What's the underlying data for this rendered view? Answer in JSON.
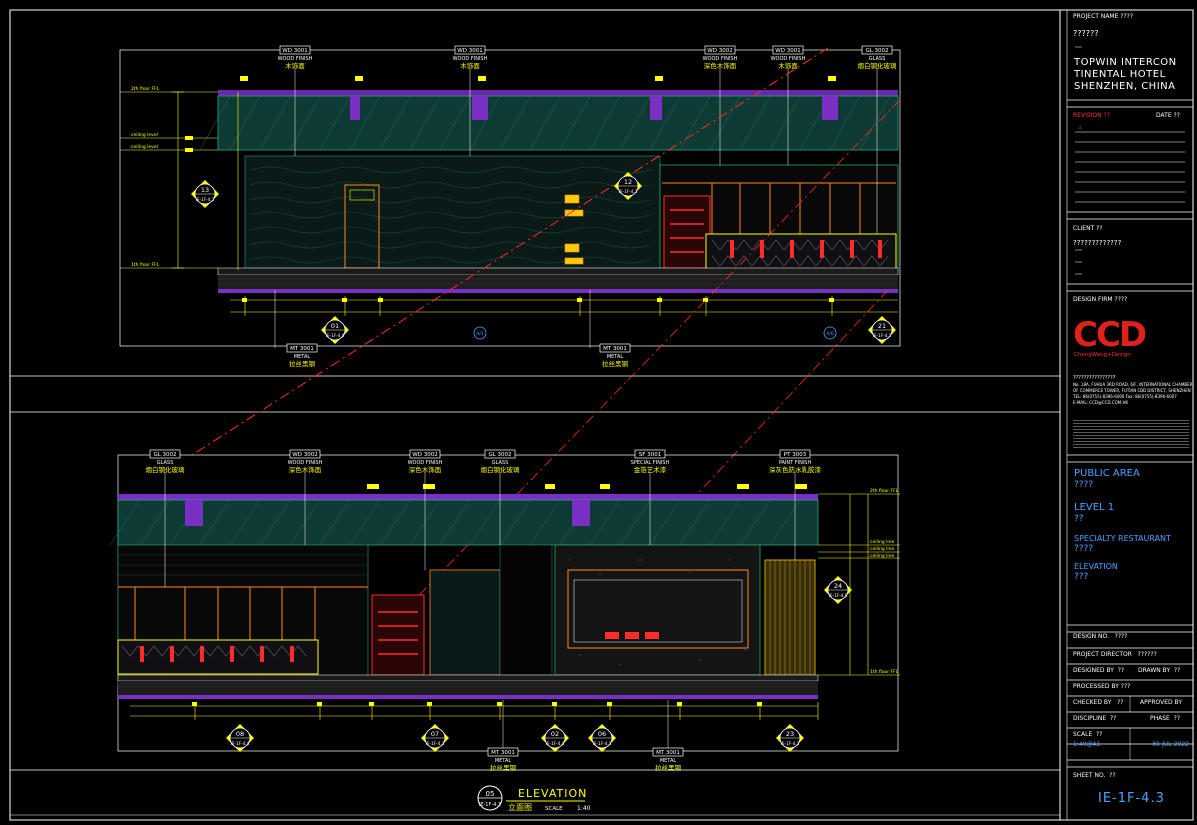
{
  "title_block": {
    "project_label": "PROJECT NAME ????",
    "project_cn": "??????",
    "project_name_lines": [
      "TOPWIN INTERCON",
      "TINENTAL HOTEL",
      "SHENZHEN, CHINA"
    ],
    "revision_label": "REVISION ??",
    "date_label": "DATE ??",
    "client_label": "CLIENT ??",
    "client_value": "?????????????",
    "design_firm_label": "DESIGN FIRM ????",
    "firm_logo": "CCD",
    "firm_logo_sub": "ChengWang+Design",
    "firm_address": [
      "????????????????",
      "No. 18A, FUHUA 3RD ROAD, 6/F, INTERNATIONAL CHAMBER",
      "OF COMMERCE TOWER, FUTIAN CBD DISTRICT, SHENZHEN",
      "TEL: 86(0755)-8396-6000 Fax: 86(0755)-8396-6007",
      "E-MAIL: CCD@CCD.COM.HK"
    ],
    "area": "PUBLIC AREA",
    "area_cn": "????",
    "level": "LEVEL 1",
    "level_cn": "??",
    "room": "SPECIALTY RESTAURANT",
    "room_cn": "????",
    "view": "ELEVATION",
    "view_cn": "???",
    "design_no_label": "DESIGN NO.   ????",
    "project_director_label": "PROJECT DIRECTOR   ??????",
    "designed_by_label": "DESIGNED BY  ??",
    "drawn_by_label": "DRAWN BY  ??",
    "processed_by_label": "PROCESSED BY ???",
    "checked_by_label": "CHECKED BY   ??",
    "approved_by_label": "APPROVED BY",
    "discipline_label": "DISCIPLINE  ??",
    "phase_label": "PHASE  ??",
    "scale_label": "SCALE  ??",
    "scale_value": "1:40@A1",
    "date_value": "30-JUL-2022",
    "sheet_no_label": "SHEET NO.  ??",
    "sheet_no": "IE-1F-4.3"
  },
  "drawing_title": {
    "bubble_number": "05",
    "bubble_ref": "IE-1F-4.3",
    "title": "ELEVATION",
    "title_cn": "立面图",
    "scale_word": "SCALE",
    "scale": "1:40"
  },
  "upper_elevation": {
    "top_tags": [
      {
        "code": "WD 3001",
        "desc": "WOOD FINISH",
        "cn": "木饰面"
      },
      {
        "code": "WD 3001",
        "desc": "WOOD FINISH",
        "cn": "木饰面"
      },
      {
        "code": "WD 3002",
        "desc": "WOOD FINISH",
        "cn": "深色木饰面"
      },
      {
        "code": "WD 3001",
        "desc": "WOOD FINISH",
        "cn": "木饰面"
      },
      {
        "code": "GL 3002",
        "desc": "GLASS",
        "cn": "烟白钢化玻璃"
      }
    ],
    "bottom_tags": [
      {
        "code": "MT 3001",
        "desc": "METAL",
        "cn": "拉丝黑钢"
      },
      {
        "code": "MT 3001",
        "desc": "METAL",
        "cn": "拉丝黑钢"
      }
    ],
    "section_bubbles": [
      {
        "num": "13",
        "ref": "IE-1F-4.2"
      },
      {
        "num": "12",
        "ref": "IE-1F-4.2"
      },
      {
        "num": "01",
        "ref": "IE-1F-4.4"
      },
      {
        "num": "21",
        "ref": "IE-1F-4.2"
      }
    ],
    "grid_bubbles": [
      "A/1",
      "A/6"
    ],
    "level_labels": [
      "2th floor FFL",
      "ceiling level",
      "ceiling level",
      "1th floor FFL"
    ]
  },
  "lower_elevation": {
    "top_tags": [
      {
        "code": "GL 3002",
        "desc": "GLASS",
        "cn": "烟白钢化玻璃"
      },
      {
        "code": "WD 3002",
        "desc": "WOOD FINISH",
        "cn": "深色木饰面"
      },
      {
        "code": "WD 3002",
        "desc": "WOOD FINISH",
        "cn": "深色木饰面"
      },
      {
        "code": "GL 3002",
        "desc": "GLASS",
        "cn": "烟白钢化玻璃"
      },
      {
        "code": "SF 3001",
        "desc": "SPECIAL FINISH",
        "cn": "金箔艺术漆"
      },
      {
        "code": "PT 3003",
        "desc": "PAINT FINISH",
        "cn": "深灰色防水乳胶漆"
      }
    ],
    "bottom_tags": [
      {
        "code": "MT 3001",
        "desc": "METAL",
        "cn": "拉丝黑钢"
      },
      {
        "code": "MT 3001",
        "desc": "METAL",
        "cn": "拉丝黑钢"
      }
    ],
    "section_bubbles": [
      {
        "num": "24",
        "ref": "IE-1F-4.0"
      },
      {
        "num": "08",
        "ref": "IE-1F-4.4"
      },
      {
        "num": "07",
        "ref": "IE-1F-4.3"
      },
      {
        "num": "02",
        "ref": "IE-1F-4.4"
      },
      {
        "num": "06",
        "ref": "IE-1F-4.3"
      },
      {
        "num": "23",
        "ref": "IE-1F-4.3"
      }
    ],
    "level_labels": [
      "2th floor FFL",
      "ceiling line",
      "ceiling line",
      "ceiling line",
      "1th floor FFL"
    ]
  },
  "colors": {
    "frame": "#ffffff",
    "accent_red": "#ff2a2a",
    "tag_yellow": "#ffff00",
    "ceiling_purple": "#8833cc",
    "wood_green": "#1b7a6a",
    "window_orange": "#ff8a1a",
    "blue_text": "#4da3ff"
  }
}
